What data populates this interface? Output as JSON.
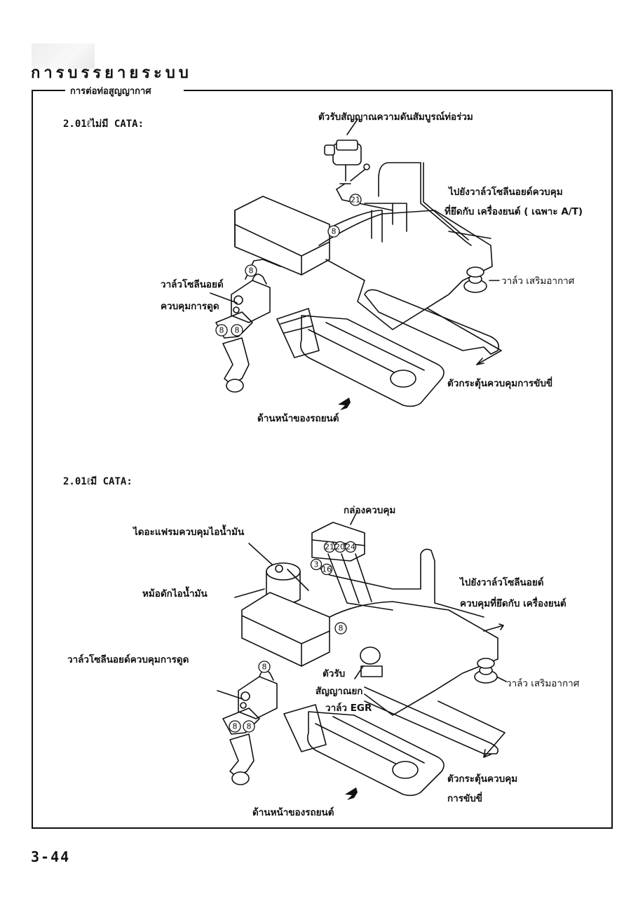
{
  "page": {
    "heading": "การบรรยายระบบ",
    "section_title": "การต่อท่อสูญญากาศ",
    "page_number": "3-44"
  },
  "diagram_a": {
    "subtitle": "2.01ℓไม่มี CATA:",
    "labels": {
      "map_sensor": "ตัวรับสัญญาณความดันสัมบูรณ์ท่อร่วม",
      "to_solenoid_line1": "ไปยังวาล์วโซลีนอยด์ควบคุม",
      "to_solenoid_line2": "ที่ยึดกับ เครื่องยนต์ ( เฉพาะ A/T)",
      "air_valve": "วาล์ว เสริมอากาศ",
      "purge_solenoid_line1": "วาล์วโซลีนอยด์",
      "purge_solenoid_line2": "ควบคุมการดูด",
      "drive_actuator": "ตัวกระตุ้นควบคุมการขับขี่",
      "front_of_car": "ด้านหน้าของรถยนต์"
    },
    "callouts": [
      "21",
      "8",
      "8",
      "8",
      "8"
    ]
  },
  "diagram_b": {
    "subtitle": "2.01ℓมี CATA:",
    "labels": {
      "control_box": "กล่องควบคุม",
      "oil_diaphragm": "ไดอะแฟรมควบคุมไอน้ำมัน",
      "oil_trap": "หม้อดักไอน้ำมัน",
      "to_solenoid_line1": "ไปยังวาล์วโซลีนอยด์",
      "to_solenoid_line2": "ควบคุมที่ยึดกับ เครื่องยนต์",
      "purge_solenoid": "วาล์วโซลีนอยด์ควบคุมการดูด",
      "egr_sensor_line1": "ตัวรับ",
      "egr_sensor_line2": "สัญญาณยก",
      "egr_sensor_line3": "วาล์ว EGR",
      "air_valve": "วาล์ว เสริมอากาศ",
      "drive_actuator_line1": "ตัวกระตุ้นควบคุม",
      "drive_actuator_line2": "การขับขี่",
      "front_of_car": "ด้านหน้าของรถยนต์"
    },
    "callouts": [
      "21",
      "20",
      "24",
      "3",
      "16",
      "8",
      "8",
      "8",
      "8"
    ]
  }
}
